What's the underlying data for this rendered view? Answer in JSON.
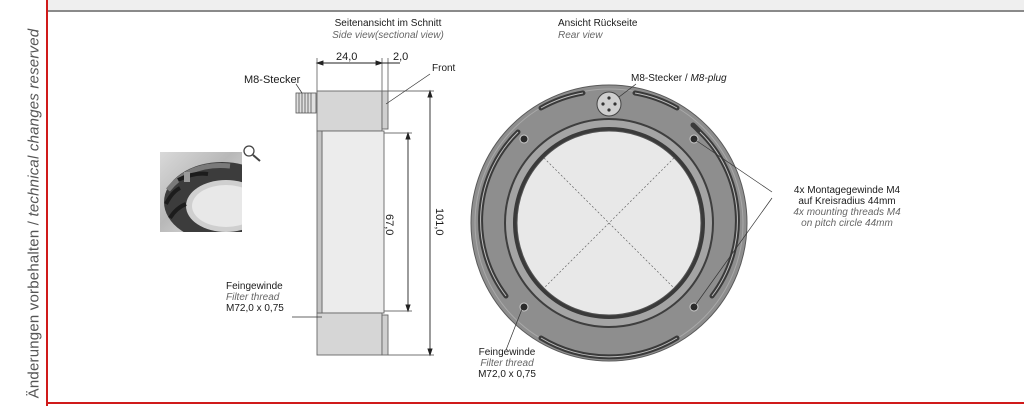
{
  "side_label": {
    "de": "Änderungen vorbehalten",
    "separator": " / ",
    "en": "technical changes reserved"
  },
  "side_view": {
    "title_de": "Seitenansicht im Schnitt",
    "title_en": "Side view(sectional view)",
    "dim_width": "24,0",
    "dim_lip": "2,0",
    "dim_bore": "67,0",
    "dim_outer": "101,0",
    "front_label": "Front",
    "plug_label": "M8-Stecker",
    "thread_de": "Feingewinde",
    "thread_en": "Filter thread",
    "thread_spec": "M72,0 x 0,75"
  },
  "rear_view": {
    "title_de": "Ansicht Rückseite",
    "title_en": "Rear view",
    "plug_de": "M8-Stecker",
    "plug_sep": " / ",
    "plug_en": "M8-plug",
    "mount_de_1": "4x Montagegewinde M4",
    "mount_de_2": "auf Kreisradius 44mm",
    "mount_en_1": "4x mounting threads M4",
    "mount_en_2": "on pitch circle 44mm",
    "thread_de": "Feingewinde",
    "thread_en": "Filter thread",
    "thread_spec": "M72,0 x 0,75"
  },
  "photo": {
    "icon": "magnifier-icon"
  },
  "colors": {
    "accent": "#d01a1a",
    "metal": "#8c8c8c",
    "metal_light": "#d4d4d4"
  }
}
